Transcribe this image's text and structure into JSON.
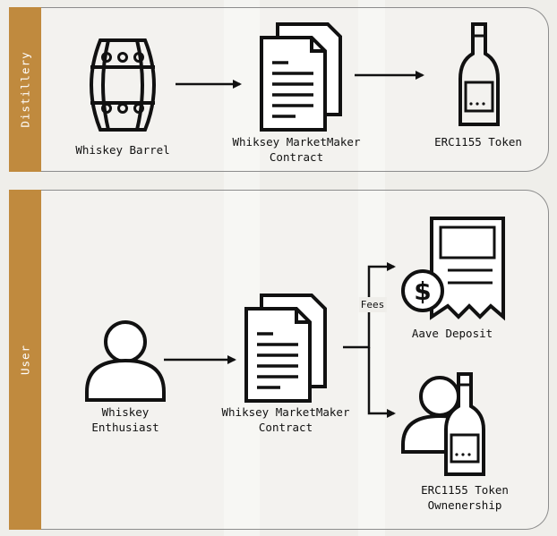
{
  "lanes": [
    {
      "label": "Distillery"
    },
    {
      "label": "User"
    }
  ],
  "distillery": {
    "barrel_label": "Whiskey Barrel",
    "contract_label_1": "Whiksey MarketMaker",
    "contract_label_2": "Contract",
    "token_label": "ERC1155 Token"
  },
  "user": {
    "enthusiast_label_1": "Whiskey",
    "enthusiast_label_2": "Enthusiast",
    "contract_label_1": "Whiksey MarketMaker",
    "contract_label_2": "Contract",
    "fees_label": "Fees",
    "aave_label": "Aave Deposit",
    "ownership_label_1": "ERC1155 Token",
    "ownership_label_2": "Ownenership"
  },
  "colors": {
    "lane_tab": "#c08a3e",
    "stroke": "#111111",
    "background": "#efeeea"
  },
  "icons": [
    "barrel-icon",
    "document-icon",
    "bottle-icon",
    "person-icon",
    "invoice-dollar-icon",
    "person-with-bottle-icon"
  ]
}
